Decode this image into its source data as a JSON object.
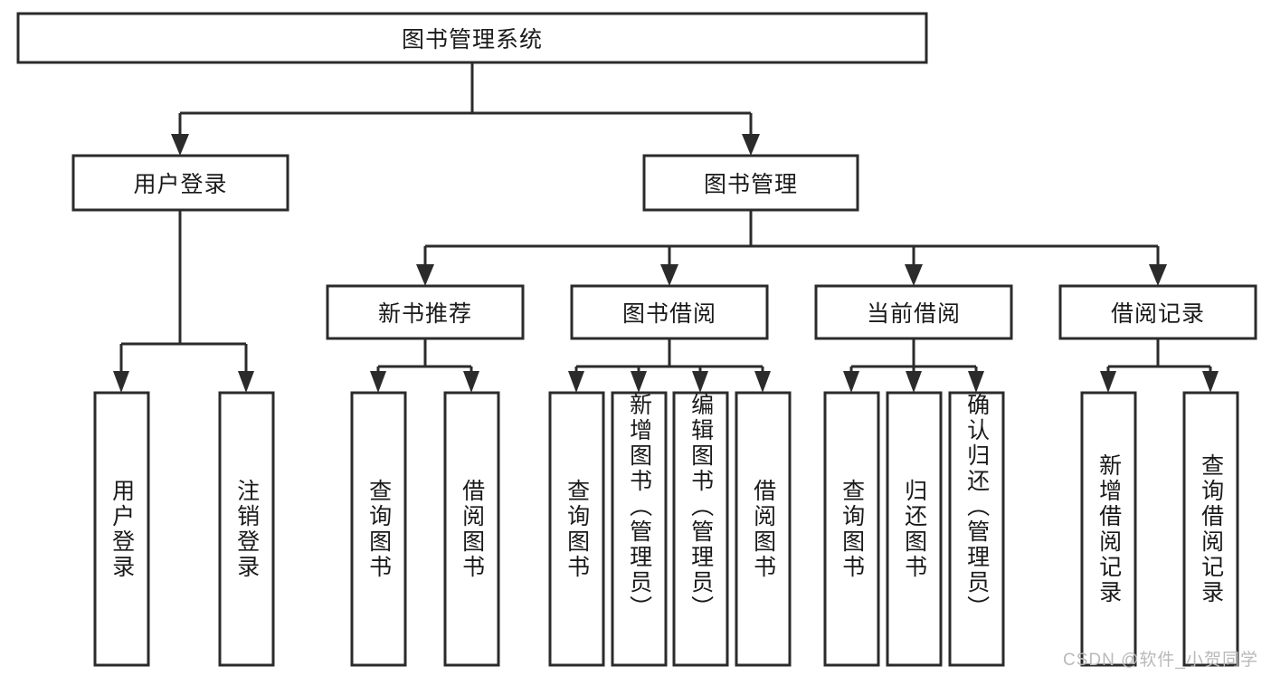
{
  "diagram": {
    "type": "tree",
    "title": "图书管理系统",
    "orientation": "top-down",
    "colors": {
      "box_stroke": "#2b2b2b",
      "box_fill": "#ffffff",
      "text": "#1a1a1a",
      "background": "#ffffff",
      "watermark": "#b9b9b9"
    },
    "root": {
      "label": "图书管理系统",
      "children": [
        {
          "label": "用户登录",
          "children": [
            {
              "label": "用户登录"
            },
            {
              "label": "注销登录"
            }
          ]
        },
        {
          "label": "图书管理",
          "children": [
            {
              "label": "新书推荐",
              "children": [
                {
                  "label": "查询图书"
                },
                {
                  "label": "借阅图书"
                }
              ]
            },
            {
              "label": "图书借阅",
              "children": [
                {
                  "label": "查询图书"
                },
                {
                  "label": "新增图书（管理员）"
                },
                {
                  "label": "编辑图书（管理员）"
                },
                {
                  "label": "借阅图书"
                }
              ]
            },
            {
              "label": "当前借阅",
              "children": [
                {
                  "label": "查询图书"
                },
                {
                  "label": "归还图书"
                },
                {
                  "label": "确认归还（管理员）"
                }
              ]
            },
            {
              "label": "借阅记录",
              "children": [
                {
                  "label": "新增借阅记录"
                },
                {
                  "label": "查询借阅记录"
                }
              ]
            }
          ]
        }
      ]
    }
  },
  "nodes": {
    "root": {
      "label": "图书管理系统"
    },
    "l2": {
      "user_login": {
        "label": "用户登录"
      },
      "book_manage": {
        "label": "图书管理"
      }
    },
    "l3": {
      "new_book_rec": {
        "label": "新书推荐"
      },
      "book_borrow": {
        "label": "图书借阅"
      },
      "current_borrow": {
        "label": "当前借阅"
      },
      "borrow_record": {
        "label": "借阅记录"
      }
    },
    "leaves": {
      "user_login_1": {
        "label": "用户登录"
      },
      "user_login_2": {
        "label": "注销登录"
      },
      "rec_1": {
        "label": "查询图书"
      },
      "rec_2": {
        "label": "借阅图书"
      },
      "borrow_1": {
        "label": "查询图书"
      },
      "borrow_2": {
        "label": "新增图书（管理员）"
      },
      "borrow_3": {
        "label": "编辑图书（管理员）"
      },
      "borrow_4": {
        "label": "借阅图书"
      },
      "cur_1": {
        "label": "查询图书"
      },
      "cur_2": {
        "label": "归还图书"
      },
      "cur_3": {
        "label": "确认归还（管理员）"
      },
      "rs_1": {
        "label": "新增借阅记录"
      },
      "rs_2": {
        "label": "查询借阅记录"
      }
    }
  },
  "watermark": {
    "text": "CSDN @软件_小贺同学"
  }
}
